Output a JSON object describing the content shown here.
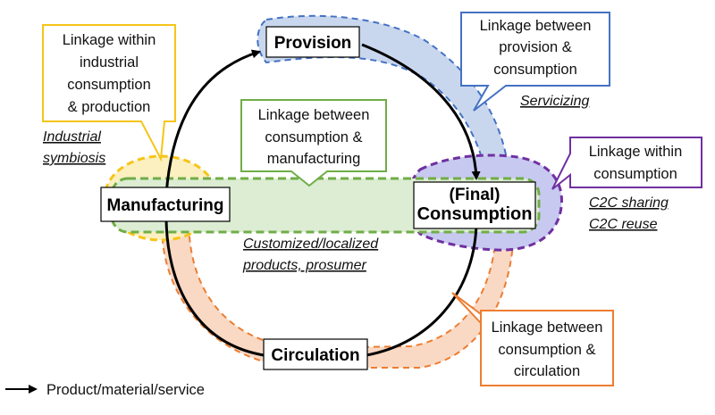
{
  "nodes": {
    "provision": "Provision",
    "manufacturing": "Manufacturing",
    "consumption_line1": "(Final)",
    "consumption_line2": "Consumption",
    "circulation": "Circulation"
  },
  "callouts": {
    "industrial": [
      "Linkage within",
      "industrial",
      "consumption",
      "& production"
    ],
    "provision_consumption": [
      "Linkage between",
      "provision &",
      "consumption"
    ],
    "consumption_manufacturing": [
      "Linkage between",
      "consumption &",
      "manufacturing"
    ],
    "within_consumption": [
      "Linkage within",
      "consumption"
    ],
    "consumption_circulation": [
      "Linkage between",
      "consumption &",
      "circulation"
    ]
  },
  "tags": {
    "industrial_symbiosis": [
      "Industrial",
      "symbiosis"
    ],
    "servicizing": "Servicizing",
    "customized": [
      "Customized/localized",
      "products, prosumer"
    ],
    "c2c": [
      "C2C sharing",
      "C2C reuse"
    ]
  },
  "legend": {
    "label": "Product/material/service"
  },
  "colors": {
    "yellow": "#f5c518",
    "blue": "#4472c4",
    "blue_fill": "#c9d7ee",
    "green": "#70ad47",
    "green_fill": "#dcedd3",
    "purple": "#7030a0",
    "purple_fill": "#c7c9f0",
    "orange": "#ed7d31",
    "orange_fill": "#f9d9c4",
    "yellow_fill": "#fcefc0"
  }
}
